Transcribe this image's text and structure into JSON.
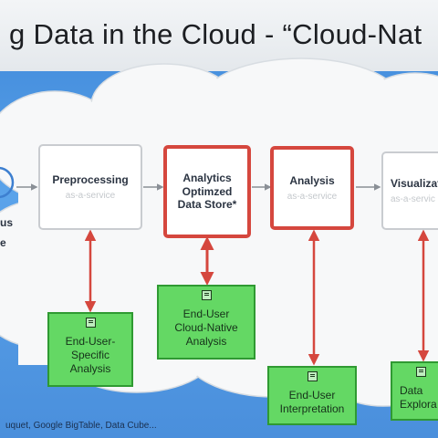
{
  "title": "g Data in the Cloud - “Cloud-Nat",
  "left_cut_label": [
    "us",
    "e"
  ],
  "pipeline": [
    {
      "label": "Preprocessing",
      "sub": "as-a-service"
    },
    {
      "label": "Analytics Optimzed Data Store*",
      "sub": ""
    },
    {
      "label": "Analysis",
      "sub": "as-a-service"
    },
    {
      "label": "Visualizat",
      "sub": "as-a-servic"
    }
  ],
  "outputs": [
    {
      "label": "End-User-Specific Analysis"
    },
    {
      "label": "End-User Cloud-Native Analysis"
    },
    {
      "label": "End-User Interpretation"
    },
    {
      "label": "Data Explora"
    }
  ],
  "footer": "uquet, Google BigTable, Data Cube...",
  "colors": {
    "background": "#4a8fdc",
    "cloud": "#ffffff",
    "highlight_border": "#d5473e",
    "arrow": "#d5473e",
    "output_box": "#64d864"
  }
}
